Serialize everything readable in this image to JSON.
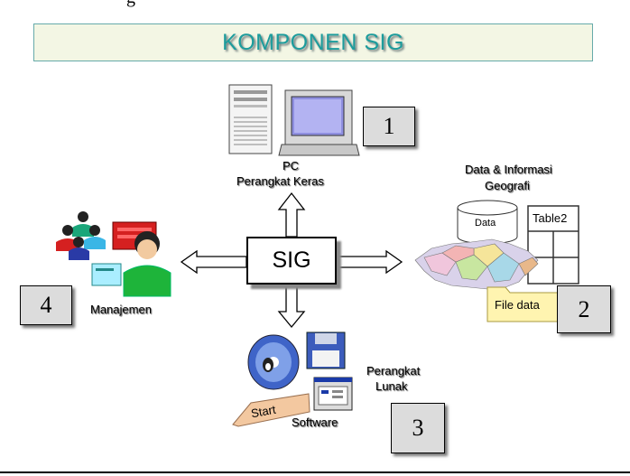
{
  "top_cut_text": "g",
  "title": "KOMPONEN SIG",
  "center": {
    "label": "SIG"
  },
  "hardware": {
    "pc_label": "PC",
    "caption": "Perangkat Keras",
    "number": "1"
  },
  "data_info": {
    "caption_line1": "Data & Informasi",
    "caption_line2": "Geografi",
    "db_label": "Data",
    "table_label": "Table2",
    "file_label": "File data",
    "number": "2"
  },
  "software": {
    "caption_line1": "Perangkat",
    "caption_line2": "Lunak",
    "start_label": "Start",
    "software_label": "Software",
    "number": "3"
  },
  "management": {
    "caption": "Manajemen",
    "number": "4"
  },
  "colors": {
    "title": "#1c9c9c",
    "title_bg": "#f3f6e4",
    "box_gray": "#dcdcdc",
    "file_yellow": "#fff4b0"
  }
}
